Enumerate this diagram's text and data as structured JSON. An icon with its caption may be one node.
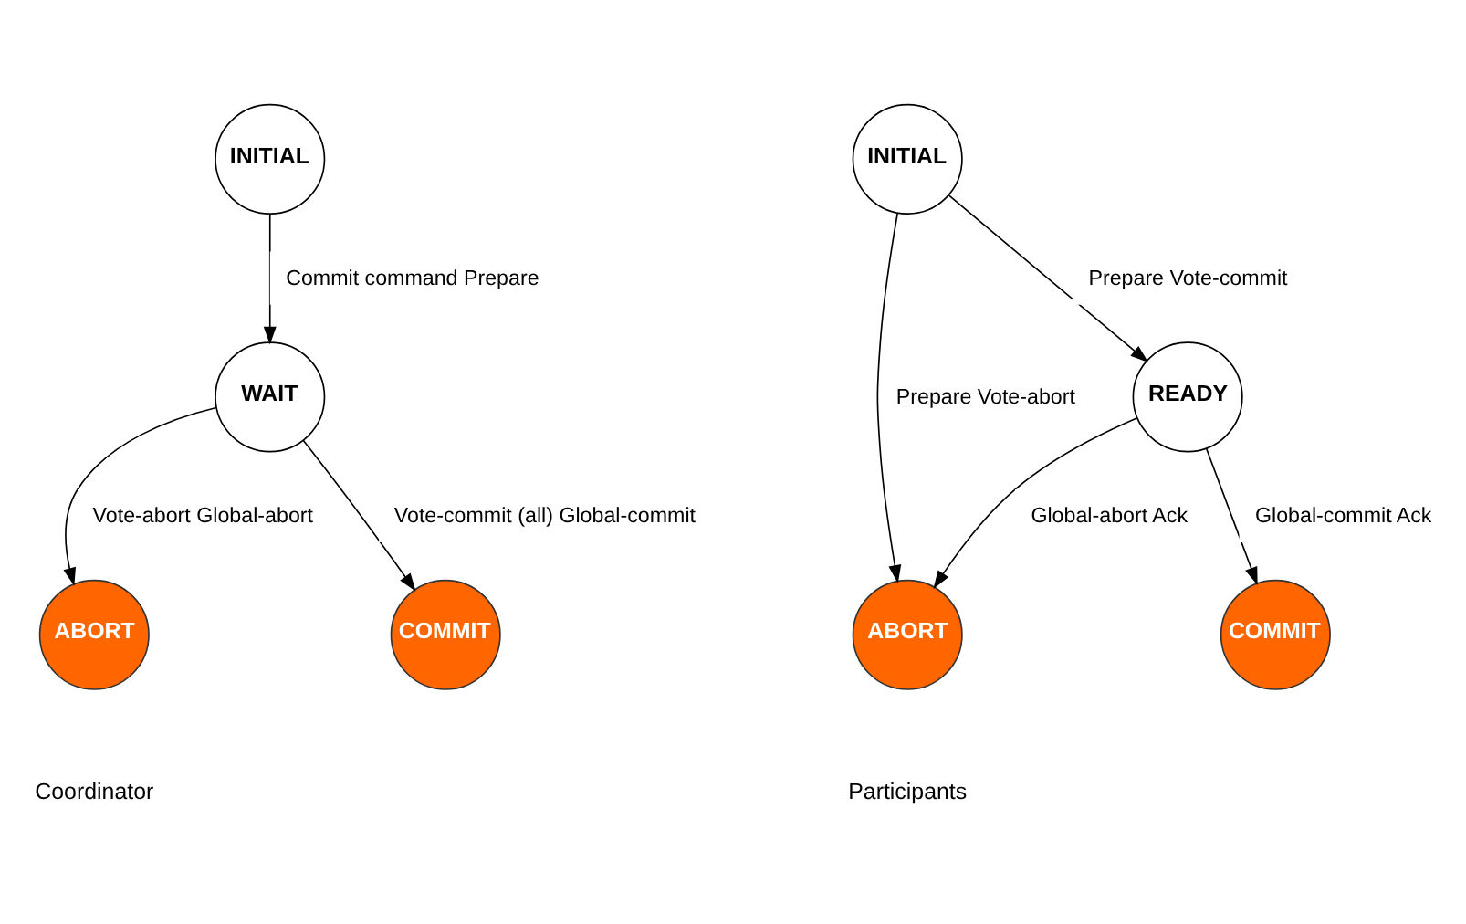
{
  "diagram": {
    "nodes": [
      {
        "text": [
          "INITIAL"
        ]
      },
      {
        "text": [
          "WAIT"
        ]
      },
      {
        "text": [
          "ABORT"
        ]
      },
      {
        "text": [
          "COMMIT"
        ]
      },
      {
        "text": [
          "INITIAL"
        ]
      },
      {
        "text": [
          "READY"
        ]
      },
      {
        "text": [
          "ABORT"
        ]
      },
      {
        "text": [
          "COMMIT"
        ]
      }
    ],
    "edges": [
      {
        "from": 0,
        "to": 1,
        "arrow": "to",
        "label": "Commit command Prepare"
      },
      {
        "from": 1,
        "to": 2,
        "arrow": "to",
        "label": "Vote-abort Global-abort"
      },
      {
        "from": 1,
        "to": 3,
        "arrow": "to",
        "label": "Vote-commit (all) Global-commit"
      },
      {
        "from": 4,
        "to": 6,
        "arrow": "to",
        "label": "Prepare Vote-abort"
      },
      {
        "from": 4,
        "to": 5,
        "arrow": "to",
        "label": "Prepare Vote-commit"
      },
      {
        "from": 5,
        "to": 6,
        "arrow": "to",
        "label": "Global-abort Ack"
      },
      {
        "from": 5,
        "to": 7,
        "arrow": "to",
        "label": "Global-commit Ack"
      }
    ],
    "labels": [
      "Coordinator",
      "Participants"
    ]
  }
}
